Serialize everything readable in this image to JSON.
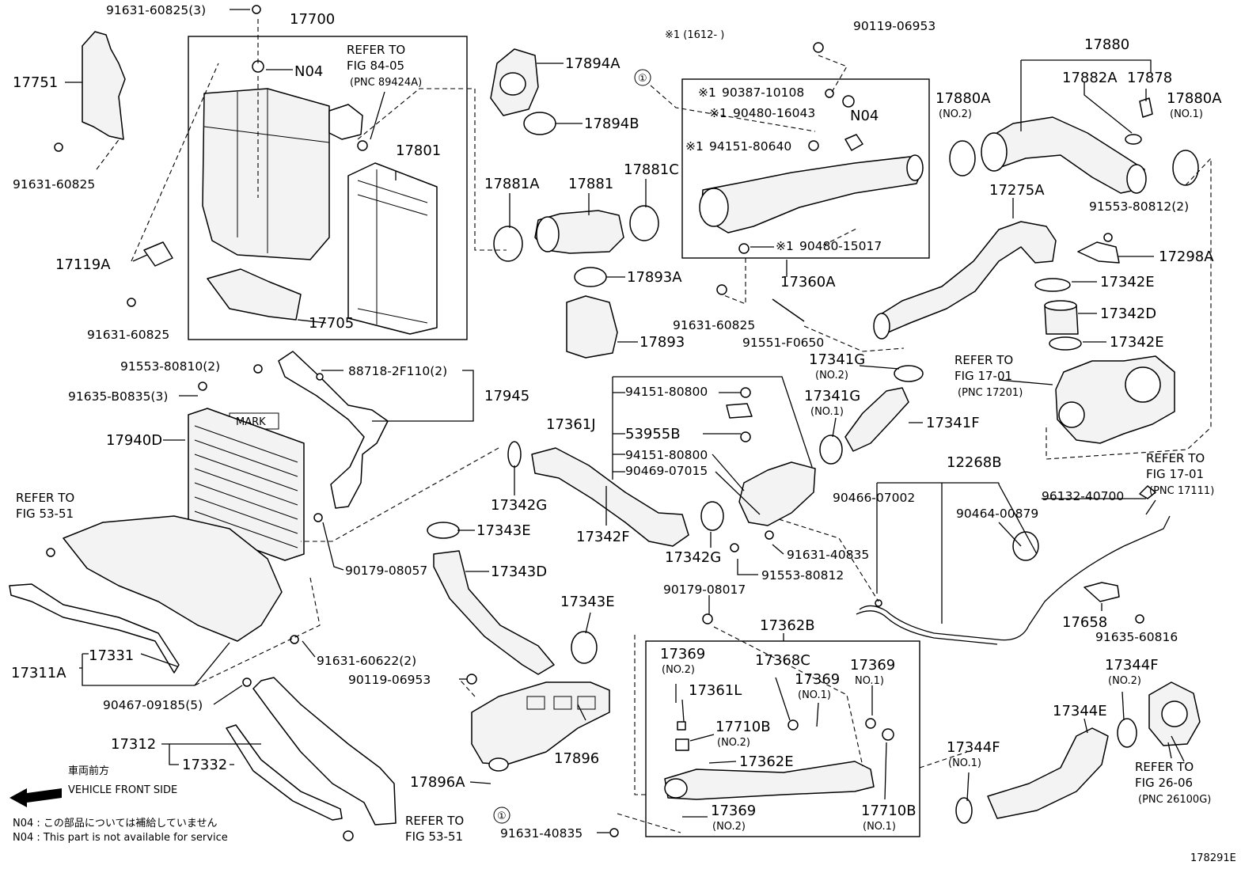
{
  "diagram_id": "178291E",
  "note_marker_text": "※1 (1612-        )",
  "circle_marker": "①",
  "legend": {
    "front_jp": "車両前方",
    "front_en": "VEHICLE FRONT SIDE",
    "n04_jp": "N04 : この部品については補給していません",
    "n04_en": "N04 : This part is not available for service"
  },
  "labels": {
    "p91631_60825_3": "91631-60825(3)",
    "p17700": "17700",
    "n04_a": "N04",
    "p17751": "17751",
    "p91631_60825_a": "91631-60825",
    "p17801": "17801",
    "p17119A": "17119A",
    "p91631_60825_b": "91631-60825",
    "p17705": "17705",
    "p17894A": "17894A",
    "p17894B": "17894B",
    "p17881A": "17881A",
    "p17881": "17881",
    "p17881C": "17881C",
    "p17893A": "17893A",
    "p17893": "17893",
    "p90119_06953_top": "90119-06953",
    "p90387_10108": "90387-10108",
    "p90480_16043": "90480-16043",
    "n04_b": "N04",
    "p94151_80640": "94151-80640",
    "p90480_15017": "90480-15017",
    "p17360A": "17360A",
    "p91631_60825_c": "91631-60825",
    "p91551_F0650": "91551-F0650",
    "p17880": "17880",
    "p17882A": "17882A",
    "p17878": "17878",
    "p17880A_l": "17880A",
    "p17880A_r": "17880A",
    "p17275A": "17275A",
    "p91553_80812_2": "91553-80812(2)",
    "p17298A": "17298A",
    "p17342E_a": "17342E",
    "p17342D": "17342D",
    "p17342E_b": "17342E",
    "p17341G_a": "17341G",
    "p17341G_b": "17341G",
    "p17341F": "17341F",
    "p91553_80810_2": "91553-80810(2)",
    "p88718_2F110_2": "88718-2F110(2)",
    "p17945": "17945",
    "p91635_B0835_3": "91635-B0835(3)",
    "mark": "MARK",
    "p17940D": "17940D",
    "p94151_80800_a": "94151-80800",
    "p17361J": "17361J",
    "p53955B": "53955B",
    "p94151_80800_b": "94151-80800",
    "p90469_07015": "90469-07015",
    "p17342G_a": "17342G",
    "p17342F": "17342F",
    "p17343E_a": "17343E",
    "p17342G_b": "17342G",
    "p91631_40835_a": "91631-40835",
    "p91553_80812": "91553-80812",
    "p90179_08057": "90179-08057",
    "p17343D": "17343D",
    "p17343E_b": "17343E",
    "p90179_08017": "90179-08017",
    "p17362B": "17362B",
    "p12268B": "12268B",
    "p90466_07002": "90466-07002",
    "p96132_40700": "96132-40700",
    "p90464_00879": "90464-00879",
    "p17658": "17658",
    "p91635_60816": "91635-60816",
    "p17331": "17331",
    "p17311A": "17311A",
    "p91631_60622_2": "91631-60622(2)",
    "p90119_06953_b": "90119-06953",
    "p90467_09185_5": "90467-09185(5)",
    "p17312": "17312",
    "p17332": "17332",
    "p17896": "17896",
    "p17896A": "17896A",
    "p91631_40835_b": "91631-40835",
    "p17369_a": "17369",
    "p17368C": "17368C",
    "p17369_b": "17369",
    "p17361L": "17361L",
    "p17369_c": "17369",
    "p17710B_a": "17710B",
    "p17362E": "17362E",
    "p17369_d": "17369",
    "p17710B_b": "17710B",
    "p17344F_a": "17344F",
    "p17344E": "17344E",
    "p17344F_b": "17344F"
  },
  "sublabels": {
    "no2": "(NO.2)",
    "no1": "(NO.1)",
    "no1_plain": "NO.1)",
    "pnc_89424A": "(PNC 89424A)",
    "pnc_17201": "(PNC 17201)",
    "pnc_17111": "(PNC 17111)",
    "pnc_26100G": "(PNC 26100G)"
  },
  "refs": {
    "refer_to": "REFER TO",
    "fig_84_05": "FIG 84-05",
    "fig_17_01": "FIG 17-01",
    "fig_53_51": "FIG 53-51",
    "fig_26_06": "FIG 26-06"
  },
  "marker_note": "※1"
}
